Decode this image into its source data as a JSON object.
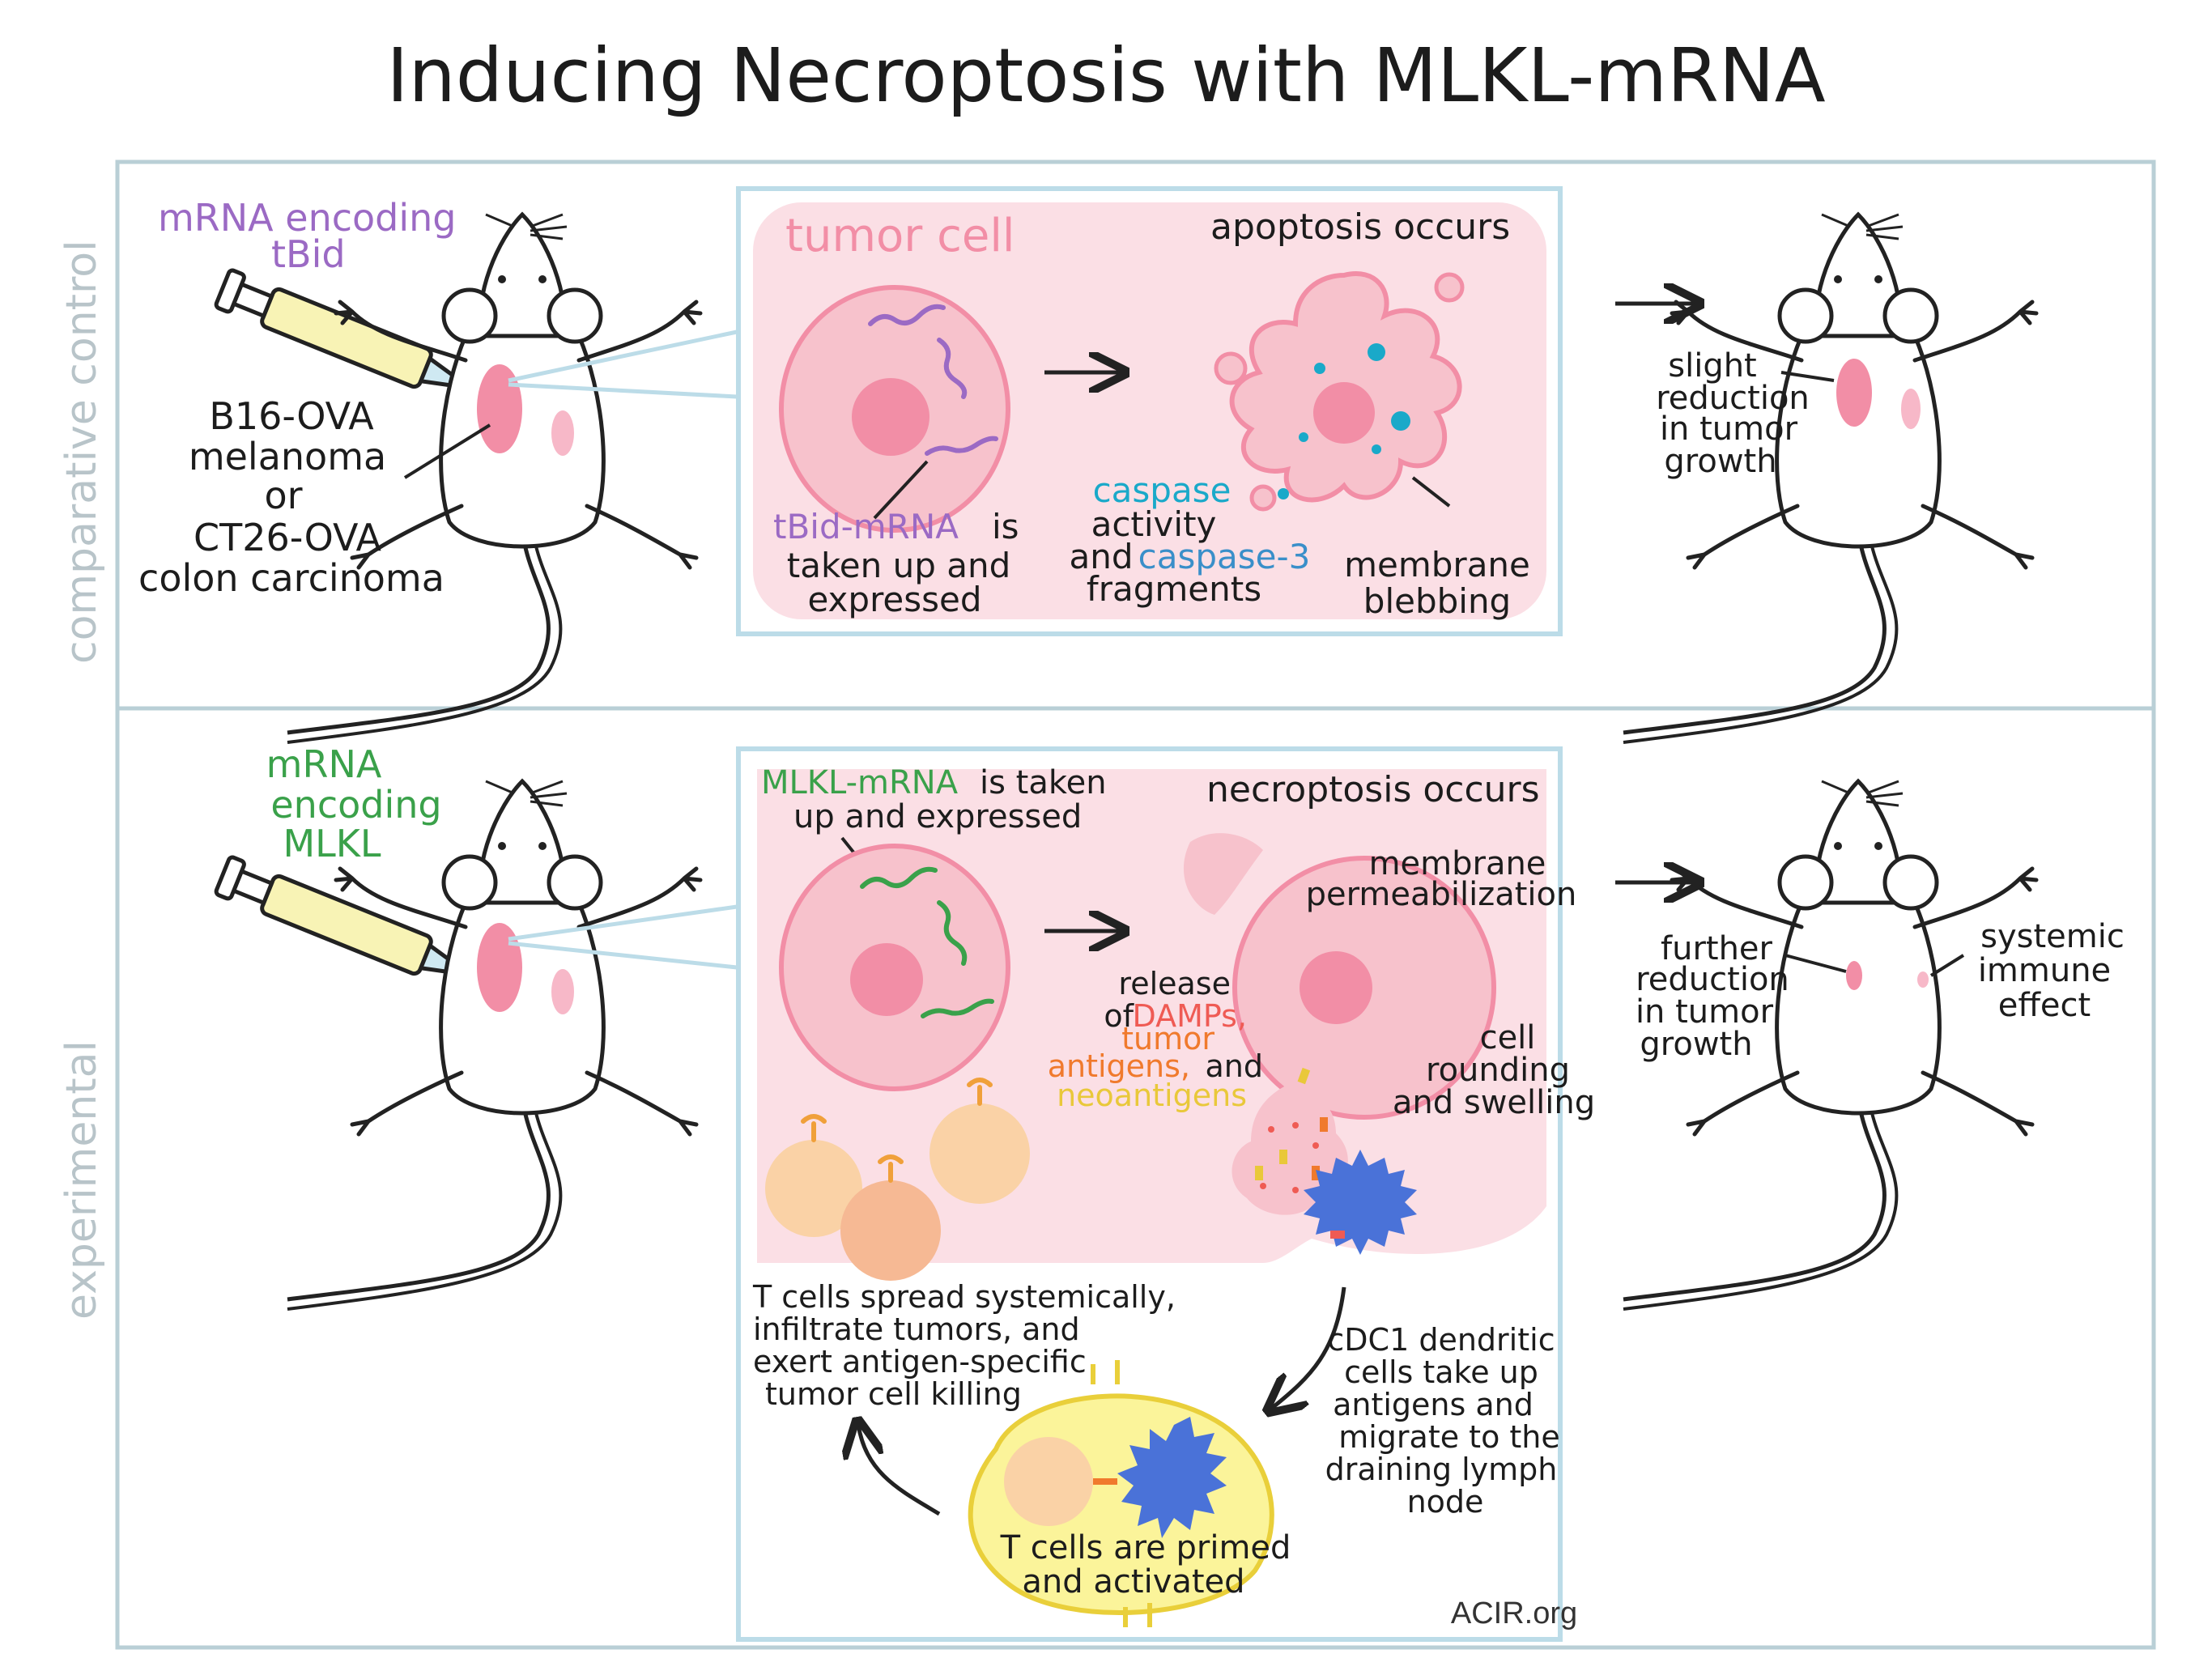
{
  "title": "Inducing Necroptosis with MLKL-mRNA",
  "colors": {
    "purple": "#9b6ac4",
    "green": "#3aa14a",
    "cyan": "#1aa9c9",
    "blue": "#3a8fc9",
    "orange": "#f07a2d",
    "yellow": "#e9c83a",
    "red": "#ef5b54",
    "grey": "#b8c4c9",
    "pink_bg": "#fbdfe5",
    "pink_cell": "#f7c2cc",
    "pink_nucleus": "#f28ea6",
    "frame": "#b9cfd6",
    "inner_frame": "#bcdce8"
  },
  "panels": {
    "control": {
      "side_label": "comparative control",
      "injection_label": [
        "mRNA encoding",
        "tBid"
      ],
      "tumor_models": [
        "B16-OVA",
        "melanoma",
        "or",
        "CT26-OVA",
        "colon carcinoma"
      ],
      "tumor_cell_label": "tumor cell",
      "uptake_prefix": "tBid-mRNA",
      "uptake_suffix": "is",
      "uptake_lines": [
        "taken up and",
        "expressed"
      ],
      "apoptosis_label": "apoptosis occurs",
      "caspase_word": "caspase",
      "caspase_line2": "activity",
      "caspase_line3_prefix": "and",
      "caspase_line3_colored": "caspase-3",
      "caspase_line4": "fragments",
      "blebbing_lines": [
        "membrane",
        "blebbing"
      ],
      "outcome_lines": [
        "slight",
        "reduction",
        "in tumor",
        "growth"
      ]
    },
    "experimental": {
      "side_label": "experimental",
      "injection_label": [
        "mRNA",
        "encoding",
        "MLKL"
      ],
      "uptake_colored": "MLKL-mRNA",
      "uptake_line1_suffix": "is taken",
      "uptake_line2": "up and expressed",
      "necroptosis_label": "necroptosis occurs",
      "membrane_lines": [
        "membrane",
        "permeabilization"
      ],
      "release_line1": "release",
      "release_of": "of",
      "release_damps": "DAMPs,",
      "release_tumor": "tumor",
      "release_antigens": "antigens,",
      "release_and": "and",
      "release_neoantigens": "neoantigens",
      "rounding_lines": [
        "cell",
        "rounding",
        "and swelling"
      ],
      "tcell_spread_lines": [
        "T cells spread systemically,",
        "infiltrate tumors, and",
        "exert antigen-specific",
        "tumor cell killing"
      ],
      "dc_lines": [
        "cDC1 dendritic",
        "cells take up",
        "antigens and",
        "migrate to the",
        "draining lymph",
        "node"
      ],
      "primed_lines": [
        "T cells are primed",
        "and activated"
      ],
      "outcome_lines": [
        "further",
        "reduction",
        "in tumor",
        "growth"
      ],
      "systemic_lines": [
        "systemic",
        "immune",
        "effect"
      ]
    }
  },
  "credit": "ACIR.org"
}
